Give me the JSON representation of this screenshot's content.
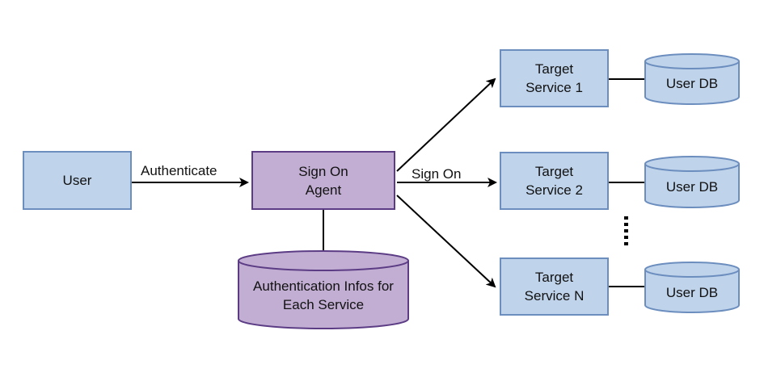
{
  "nodes": {
    "user": "User",
    "agent": [
      "Sign On",
      "Agent"
    ],
    "auth_db": [
      "Authentication Infos for",
      "Each Service"
    ],
    "service1": [
      "Target",
      "Service 1"
    ],
    "service2": [
      "Target",
      "Service 2"
    ],
    "serviceN": [
      "Target",
      "Service N"
    ],
    "user_db": "User DB"
  },
  "edges": {
    "authenticate": "Authenticate",
    "sign_on": "Sign On"
  },
  "colors": {
    "blue_fill": "#bfd3ea",
    "blue_stroke": "#6c8ebf",
    "purple_fill": "#c2aed3",
    "purple_stroke": "#5c3d85"
  }
}
